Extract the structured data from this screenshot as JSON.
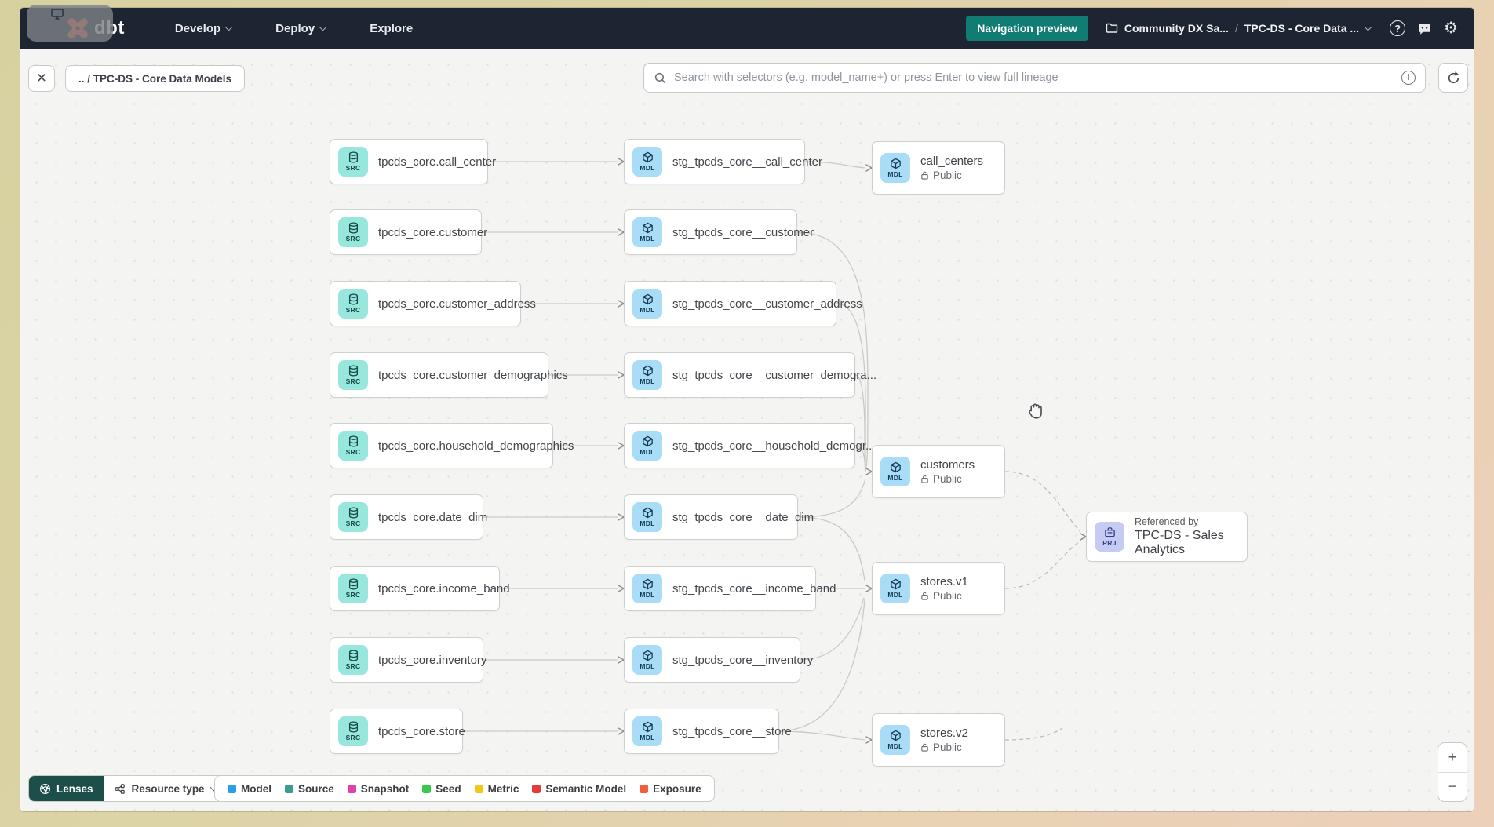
{
  "nav": {
    "logo_text": "dbt",
    "links": [
      {
        "label": "Develop",
        "chevron": true
      },
      {
        "label": "Deploy",
        "chevron": true
      },
      {
        "label": "Explore",
        "chevron": false
      }
    ],
    "preview_button_label": "Navigation preview",
    "account_breadcrumb": "Community DX Sa...",
    "breadcrumb_separator": "/",
    "project_breadcrumb": "TPC-DS - Core Data ...",
    "help_icon_glyph": "?",
    "settings_icon_glyph": "⚙"
  },
  "toolbar": {
    "close_glyph": "×",
    "breadcrumb_label": ".. / TPC-DS - Core Data Models",
    "search_placeholder": "Search with selectors (e.g. model_name+) or press Enter to view full lineage",
    "info_icon_glyph": "i"
  },
  "graph": {
    "sources": [
      {
        "badge": "SRC",
        "label": "tpcds_core.call_center"
      },
      {
        "badge": "SRC",
        "label": "tpcds_core.customer"
      },
      {
        "badge": "SRC",
        "label": "tpcds_core.customer_address"
      },
      {
        "badge": "SRC",
        "label": "tpcds_core.customer_demographics"
      },
      {
        "badge": "SRC",
        "label": "tpcds_core.household_demographics"
      },
      {
        "badge": "SRC",
        "label": "tpcds_core.date_dim"
      },
      {
        "badge": "SRC",
        "label": "tpcds_core.income_band"
      },
      {
        "badge": "SRC",
        "label": "tpcds_core.inventory"
      },
      {
        "badge": "SRC",
        "label": "tpcds_core.store"
      }
    ],
    "staging": [
      {
        "badge": "MDL",
        "label": "stg_tpcds_core__call_center"
      },
      {
        "badge": "MDL",
        "label": "stg_tpcds_core__customer"
      },
      {
        "badge": "MDL",
        "label": "stg_tpcds_core__customer_address"
      },
      {
        "badge": "MDL",
        "label": "stg_tpcds_core__customer_demogra..."
      },
      {
        "badge": "MDL",
        "label": "stg_tpcds_core__household_demogr..."
      },
      {
        "badge": "MDL",
        "label": "stg_tpcds_core__date_dim"
      },
      {
        "badge": "MDL",
        "label": "stg_tpcds_core__income_band"
      },
      {
        "badge": "MDL",
        "label": "stg_tpcds_core__inventory"
      },
      {
        "badge": "MDL",
        "label": "stg_tpcds_core__store"
      }
    ],
    "public_models": [
      {
        "badge": "MDL",
        "label": "call_centers",
        "access": "Public"
      },
      {
        "badge": "MDL",
        "label": "customers",
        "access": "Public"
      },
      {
        "badge": "MDL",
        "label": "stores.v1",
        "access": "Public"
      },
      {
        "badge": "MDL",
        "label": "stores.v2",
        "access": "Public"
      }
    ],
    "project_node": {
      "badge": "PRJ",
      "subtitle": "Referenced by",
      "label": "TPC-DS - Sales Analytics"
    }
  },
  "footer": {
    "lenses_label": "Lenses",
    "resource_type_label": "Resource type",
    "legend": [
      {
        "label": "Model",
        "color": "#2b9fe6"
      },
      {
        "label": "Source",
        "color": "#3d9b8f"
      },
      {
        "label": "Snapshot",
        "color": "#e141ad"
      },
      {
        "label": "Seed",
        "color": "#36c94b"
      },
      {
        "label": "Metric",
        "color": "#f2c718"
      },
      {
        "label": "Semantic Model",
        "color": "#e43b3b"
      },
      {
        "label": "Exposure",
        "color": "#f15e38"
      }
    ]
  },
  "zoom_controls": {
    "zoom_in": "+",
    "zoom_out": "−"
  }
}
